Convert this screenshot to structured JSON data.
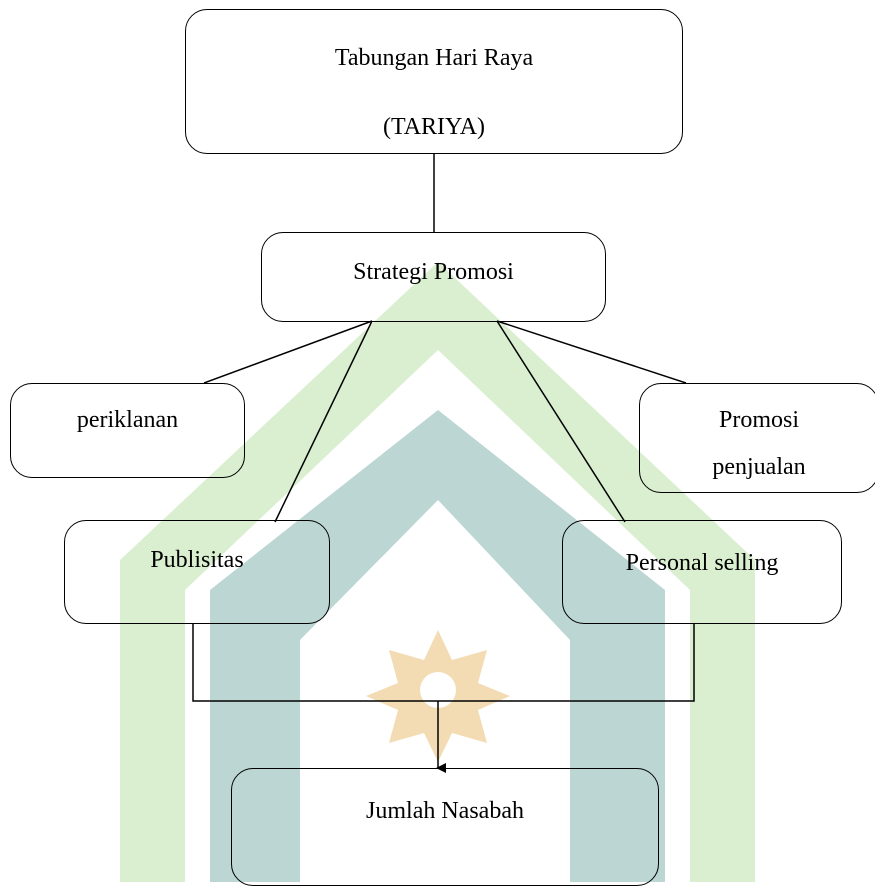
{
  "diagram": {
    "root": {
      "line1": "Tabungan Hari Raya",
      "line2": "(TARIYA)"
    },
    "strategy": {
      "label": "Strategi Promosi"
    },
    "branches": {
      "advertising": {
        "label": "periklanan"
      },
      "sales_promotion": {
        "line1": "Promosi",
        "line2": "penjualan"
      },
      "publicity": {
        "label": "Publisitas"
      },
      "personal_selling": {
        "label": "Personal selling"
      }
    },
    "result": {
      "label": "Jumlah Nasabah"
    }
  },
  "colors": {
    "watermark_green": "#d9efd0",
    "watermark_teal": "#bcd6d3",
    "watermark_star": "#f3dcb4",
    "stroke": "#000000"
  }
}
